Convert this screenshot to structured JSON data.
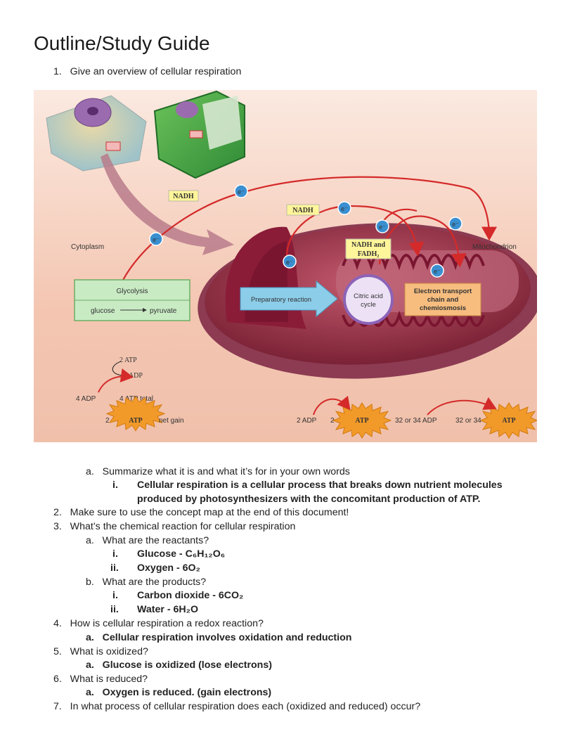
{
  "page_title": "Outline/Study Guide",
  "q1": {
    "num": "1.",
    "text": "Give an overview of cellular respiration"
  },
  "figure": {
    "cytoplasm": "Cytoplasm",
    "mitochondrion": "Mitochondrion",
    "nadh_1": "NADH",
    "nadh_2": "NADH",
    "nadh_fadh": [
      "NADH and",
      "FADH₂"
    ],
    "electron": "e⁻",
    "glycolysis": "Glycolysis",
    "glucose": "glucose",
    "pyruvate": "pyruvate",
    "prep_reaction": "Preparatory reaction",
    "citric_acid": [
      "Citric acid",
      "cycle"
    ],
    "etc": [
      "Electron transport",
      "chain and",
      "chemiosmosis"
    ],
    "two_atp_label": "2 ATP",
    "two_adp_label": "2 ADP",
    "four_adp": "4 ADP",
    "four_atp_total": "4 ATP total",
    "net_two": "2",
    "atp": "ATP",
    "net_gain": "net gain",
    "two_adp_2": "2 ADP",
    "two_2": "2",
    "adp_32_34": "32 or 34 ADP",
    "atp_32_34": "32 or 34",
    "colors": {
      "glycolysis_box": "#c9ebc4",
      "prep_arrow": "#8ccde9",
      "etc_box": "#f7bd7f",
      "arrow_red": "#d42a2a",
      "atp_burst": "#f19a2a"
    }
  },
  "q1a": {
    "letter": "a.",
    "text": "Summarize what it is and what it’s for in your own words"
  },
  "q1a_i": {
    "roman": "i.",
    "line1": "Cellular respiration is a cellular process that breaks down nutrient molecules",
    "line2": "produced by photosynthesizers with the concomitant production of ATP."
  },
  "q2": {
    "num": "2.",
    "text": "Make sure to use the concept map at the end of this document!"
  },
  "q3": {
    "num": "3.",
    "text": "What’s the chemical reaction for cellular respiration"
  },
  "q3a": {
    "letter": "a.",
    "text": "What are the reactants?"
  },
  "q3a_i": {
    "roman": "i.",
    "text": "Glucose - C₆H₁₂O₆"
  },
  "q3a_ii": {
    "roman": "ii.",
    "text": "Oxygen - 6O₂"
  },
  "q3b": {
    "letter": "b.",
    "text": "What are the products?"
  },
  "q3b_i": {
    "roman": "i.",
    "text": "Carbon dioxide - 6CO₂"
  },
  "q3b_ii": {
    "roman": "ii.",
    "text": "Water - 6H₂O"
  },
  "q4": {
    "num": "4.",
    "text": "How is cellular respiration a redox reaction?"
  },
  "q4a": {
    "letter": "a.",
    "text": "Cellular respiration involves oxidation and reduction"
  },
  "q5": {
    "num": "5.",
    "text": "What is oxidized?"
  },
  "q5a": {
    "letter": "a.",
    "text": "Glucose is oxidized (lose electrons)"
  },
  "q6": {
    "num": "6.",
    "text": "What is reduced?"
  },
  "q6a": {
    "letter": "a.",
    "text": "Oxygen is reduced. (gain electrons)"
  },
  "q7": {
    "num": "7.",
    "text": "In what process of cellular respiration does each (oxidized and reduced) occur?"
  }
}
